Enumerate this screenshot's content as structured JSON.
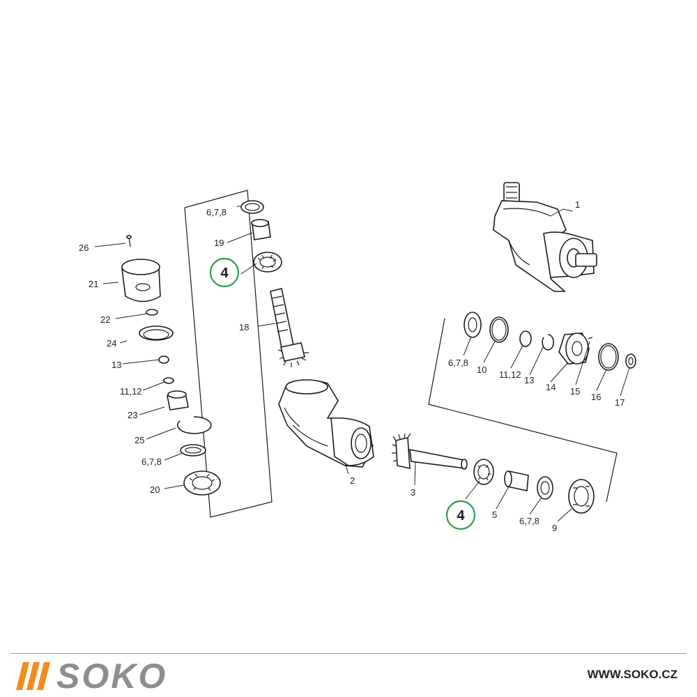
{
  "brand": {
    "name": "SOKO",
    "url": "WWW.SOKO.CZ",
    "accent_color": "#f28c1e",
    "text_color": "#8d8d8d"
  },
  "callouts": [
    {
      "label": "4",
      "color": "#2e9b4a"
    },
    {
      "label": "4",
      "color": "#2e9b4a"
    }
  ],
  "labels": {
    "p1": "1",
    "p2": "2",
    "p3": "3",
    "p5": "5",
    "p678_top": "6,7,8",
    "p678_right": "6,7,8",
    "p678_left": "6,7,8",
    "p678_bottom": "6,7,8",
    "p9": "9",
    "p10": "10",
    "p1112_right": "11,12",
    "p1112_left": "11,12",
    "p13_right": "13",
    "p13_left": "13",
    "p14": "14",
    "p15": "15",
    "p16": "16",
    "p17": "17",
    "p18": "18",
    "p19": "19",
    "p20": "20",
    "p21": "21",
    "p22": "22",
    "p23": "23",
    "p24": "24",
    "p25": "25",
    "p26": "26"
  }
}
